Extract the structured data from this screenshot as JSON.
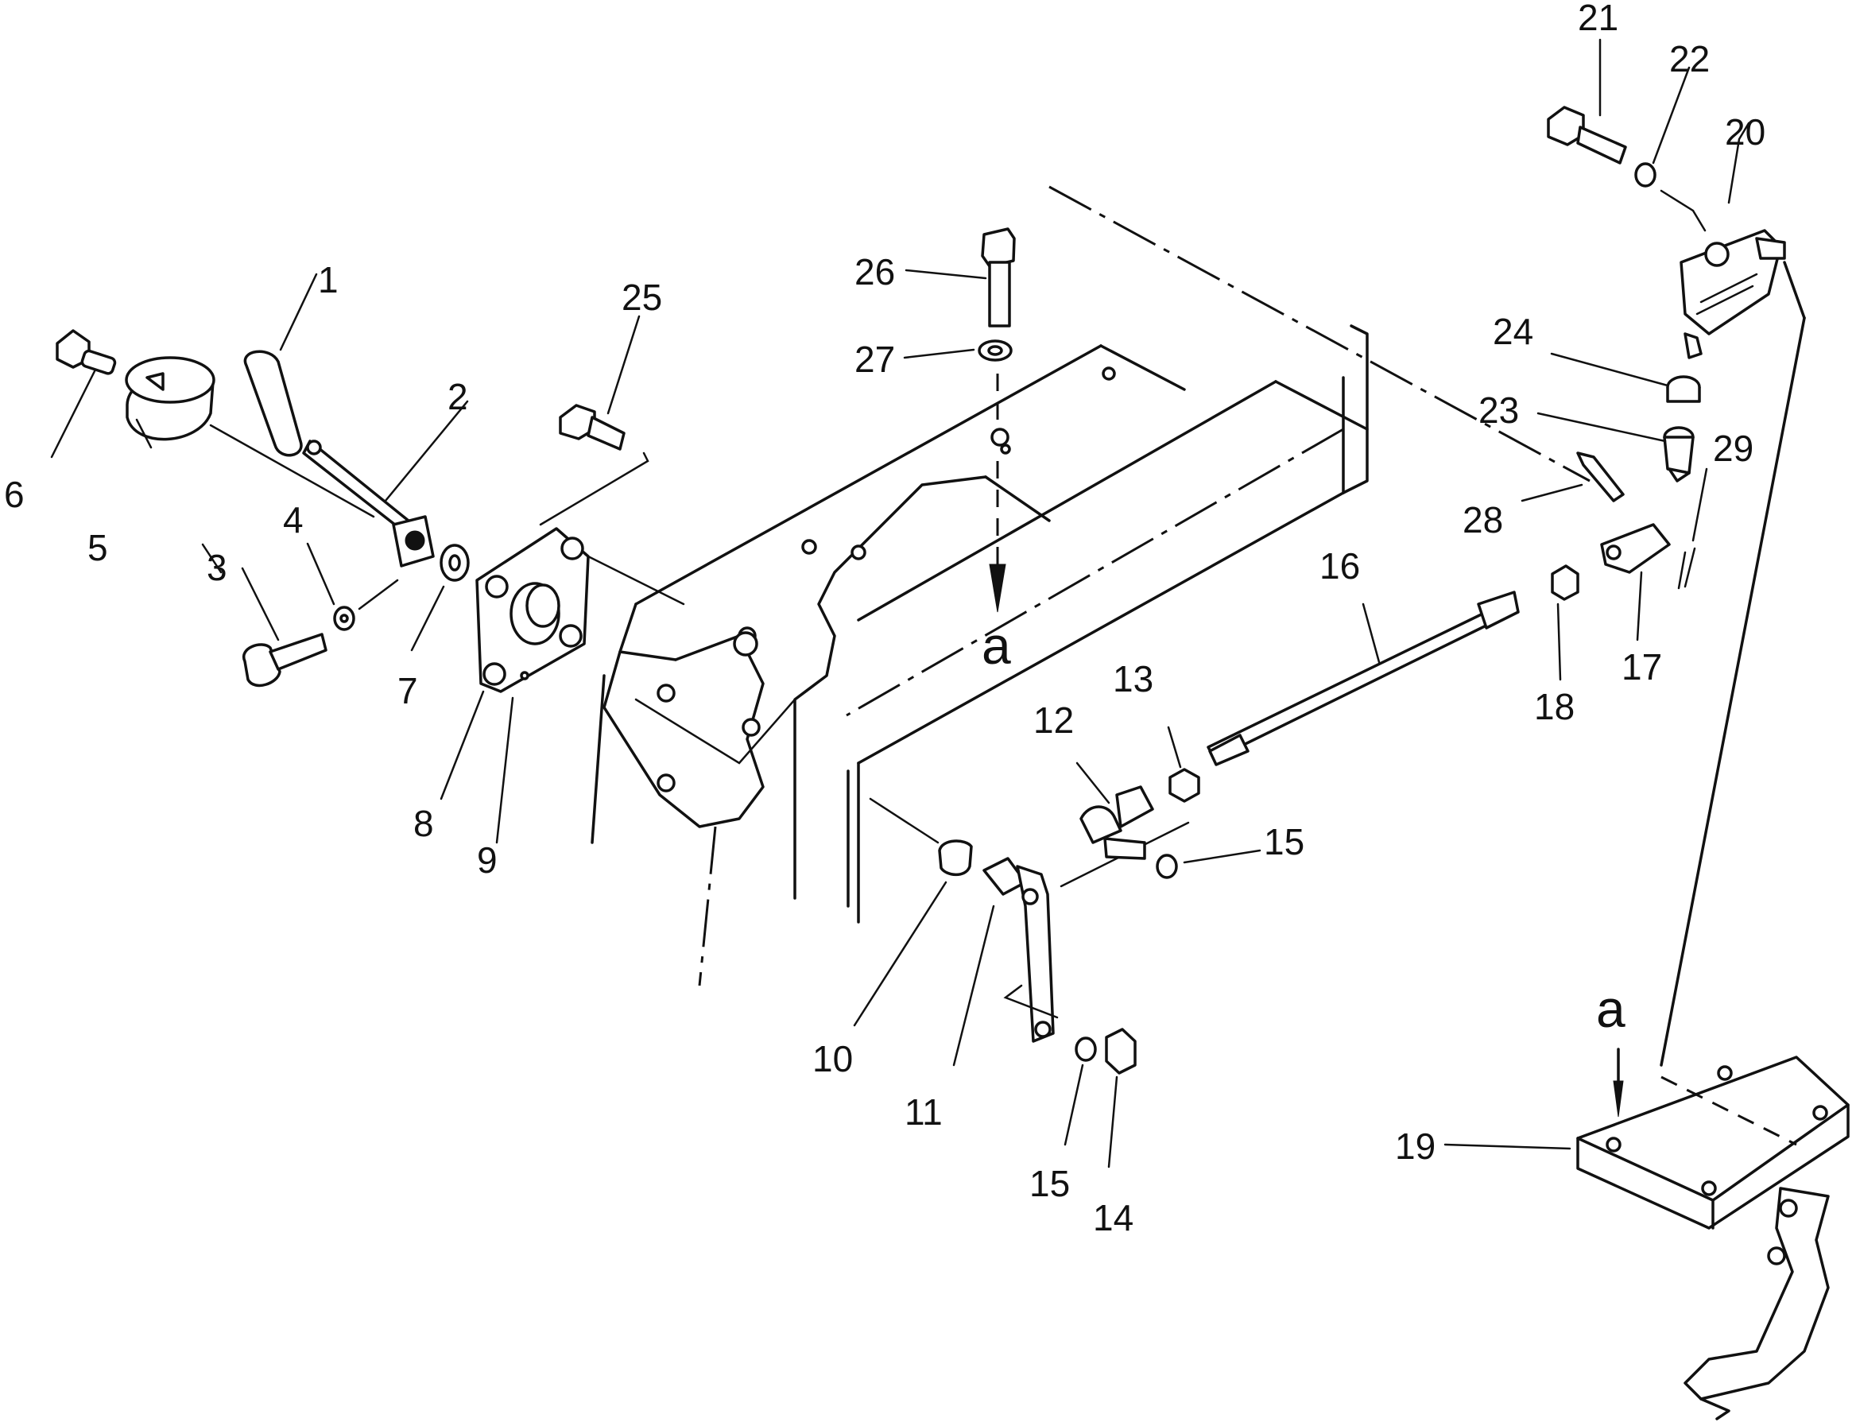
{
  "callouts": {
    "n1": "1",
    "n2": "2",
    "n3": "3",
    "n4": "4",
    "n5": "5",
    "n6": "6",
    "n7": "7",
    "n8": "8",
    "n9": "9",
    "n10": "10",
    "n11": "11",
    "n12": "12",
    "n13": "13",
    "n14": "14",
    "n15a": "15",
    "n15b": "15",
    "n16": "16",
    "n17": "17",
    "n18": "18",
    "n19": "19",
    "n20": "20",
    "n21": "21",
    "n22": "22",
    "n23": "23",
    "n24": "24",
    "n25": "25",
    "n26": "26",
    "n27": "27",
    "n28": "28",
    "n29": "29"
  },
  "view_markers": {
    "a_center": "a",
    "a_right": "a"
  }
}
